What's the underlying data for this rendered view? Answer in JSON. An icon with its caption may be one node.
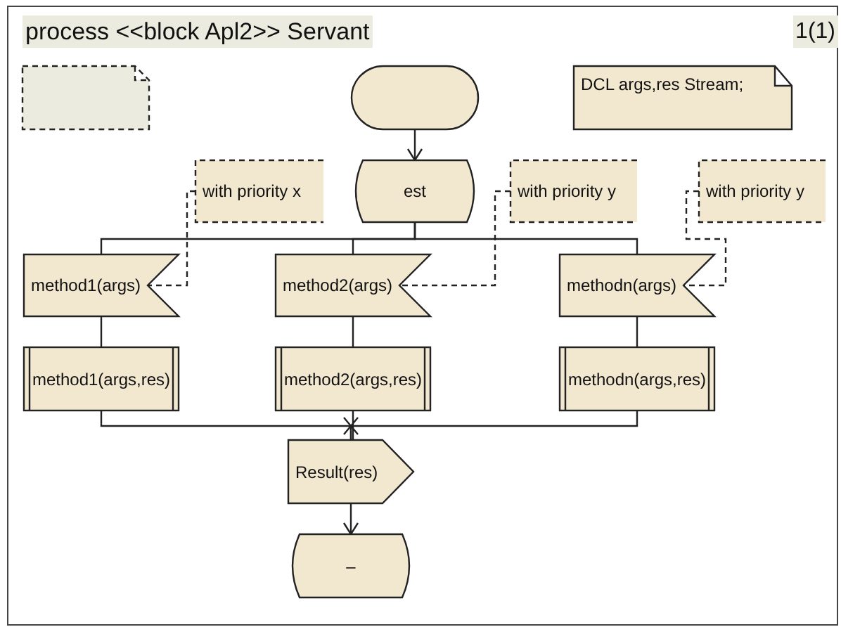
{
  "diagram": {
    "title": "process <<block Apl2>> Servant",
    "nodes": [
      {
        "text": [],
        "shape": "box"
      },
      {
        "text": [],
        "shape": "oval"
      },
      {
        "text": [
          "DCL args,res Stream;"
        ]
      },
      {
        "text": [
          "with priority x"
        ]
      },
      {
        "text": [
          "est"
        ]
      },
      {
        "text": [
          "with priority y"
        ]
      },
      {
        "text": [
          "with priority y"
        ]
      },
      {
        "text": [
          "method1(args)"
        ]
      },
      {
        "text": [
          "method2(args)"
        ]
      },
      {
        "text": [
          "methodn(args)"
        ]
      },
      {
        "text": [
          "method1(args,res)"
        ]
      },
      {
        "text": [
          "method2(args,res)"
        ]
      },
      {
        "text": [
          "methodn(args,res)"
        ]
      },
      {
        "text": [
          "Result(res)"
        ]
      },
      {
        "text": [
          "–"
        ]
      }
    ],
    "edges": [
      {
        "from": 1,
        "to": 4,
        "arrow": "to"
      },
      {
        "from": 4,
        "to": 7,
        "arrow": "none"
      },
      {
        "from": 4,
        "to": 8,
        "arrow": "none"
      },
      {
        "from": 4,
        "to": 9,
        "arrow": "none"
      },
      {
        "from": 3,
        "to": 7,
        "arrow": "none",
        "style": "dashed"
      },
      {
        "from": 5,
        "to": 8,
        "arrow": "none",
        "style": "dashed"
      },
      {
        "from": 6,
        "to": 9,
        "arrow": "none",
        "style": "dashed"
      },
      {
        "from": 7,
        "to": 10,
        "arrow": "none"
      },
      {
        "from": 8,
        "to": 11,
        "arrow": "none"
      },
      {
        "from": 9,
        "to": 12,
        "arrow": "none"
      },
      {
        "from": 10,
        "to": 13,
        "arrow": "none"
      },
      {
        "from": 11,
        "to": 13,
        "arrow": "none"
      },
      {
        "from": 12,
        "to": 13,
        "arrow": "none"
      },
      {
        "from": 13,
        "to": 14,
        "arrow": "to"
      }
    ],
    "labels": [
      "1(1)"
    ]
  }
}
